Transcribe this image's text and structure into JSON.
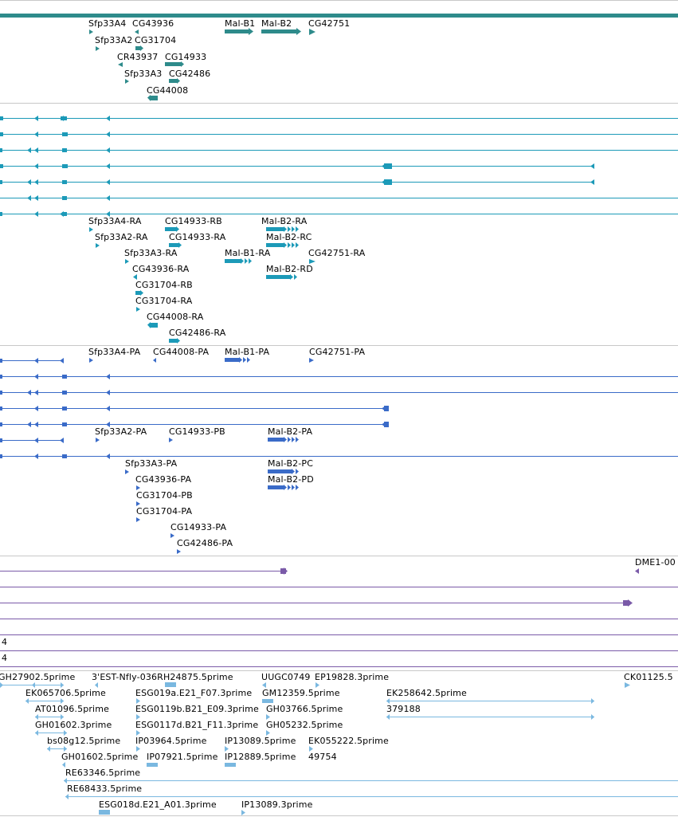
{
  "colors": {
    "gene": "#2e8b8b",
    "transcript": "#1c9ab8",
    "protein": "#3a6bc8",
    "other": "#7a5aa8",
    "est": "#7ab8e0"
  },
  "gene_track": {
    "labels": [
      "Sfp33A4",
      "CG43936",
      "Mal-B1",
      "Mal-B2",
      "CG42751",
      "Sfp33A2",
      "CG31704",
      "CR43937",
      "CG14933",
      "Sfp33A3",
      "CG42486",
      "CG44008"
    ]
  },
  "transcript_track": {
    "labels": [
      "Sfp33A4-RA",
      "CG14933-RB",
      "Mal-B2-RA",
      "Sfp33A2-RA",
      "CG14933-RA",
      "Mal-B2-RC",
      "Sfp33A3-RA",
      "Mal-B1-RA",
      "CG42751-RA",
      "CG43936-RA",
      "Mal-B2-RD",
      "CG31704-RB",
      "CG31704-RA",
      "CG44008-RA",
      "CG42486-RA"
    ]
  },
  "protein_track": {
    "labels": [
      "Sfp33A4-PA",
      "CG44008-PA",
      "Mal-B1-PA",
      "CG42751-PA",
      "Sfp33A2-PA",
      "CG14933-PB",
      "Mal-B2-PA",
      "Sfp33A3-PA",
      "Mal-B2-PC",
      "CG43936-PA",
      "Mal-B2-PD",
      "CG31704-PB",
      "CG31704-PA",
      "CG14933-PA",
      "CG42486-PA"
    ]
  },
  "other_track": {
    "labels": [
      "DME1-00",
      "4",
      "4"
    ]
  },
  "est_track": {
    "labels": [
      "GH27902.5prime",
      "3'EST-Nfly-036RH24875.5prime",
      "UUGC0749",
      "EP19828.3prime",
      "CK01125.5",
      "EK065706.5prime",
      "ESG019a.E21_F07.3prime",
      "GM12359.5prime",
      "EK258642.5prime",
      "AT01096.5prime",
      "ESG0119b.B21_E09.3prime",
      "GH03766.5prime",
      "379188",
      "GH01602.3prime",
      "ESG0117d.B21_F11.3prime",
      "GH05232.5prime",
      "bs08g12.5prime",
      "IP03964.5prime",
      "IP13089.5prime",
      "EK055222.5prime",
      "GH01602.5prime",
      "IP07921.5prime",
      "IP12889.5prime",
      "49754",
      "RE63346.5prime",
      "RE68433.5prime",
      "ESG018d.E21_A01.3prime",
      "IP13089.3prime"
    ]
  }
}
